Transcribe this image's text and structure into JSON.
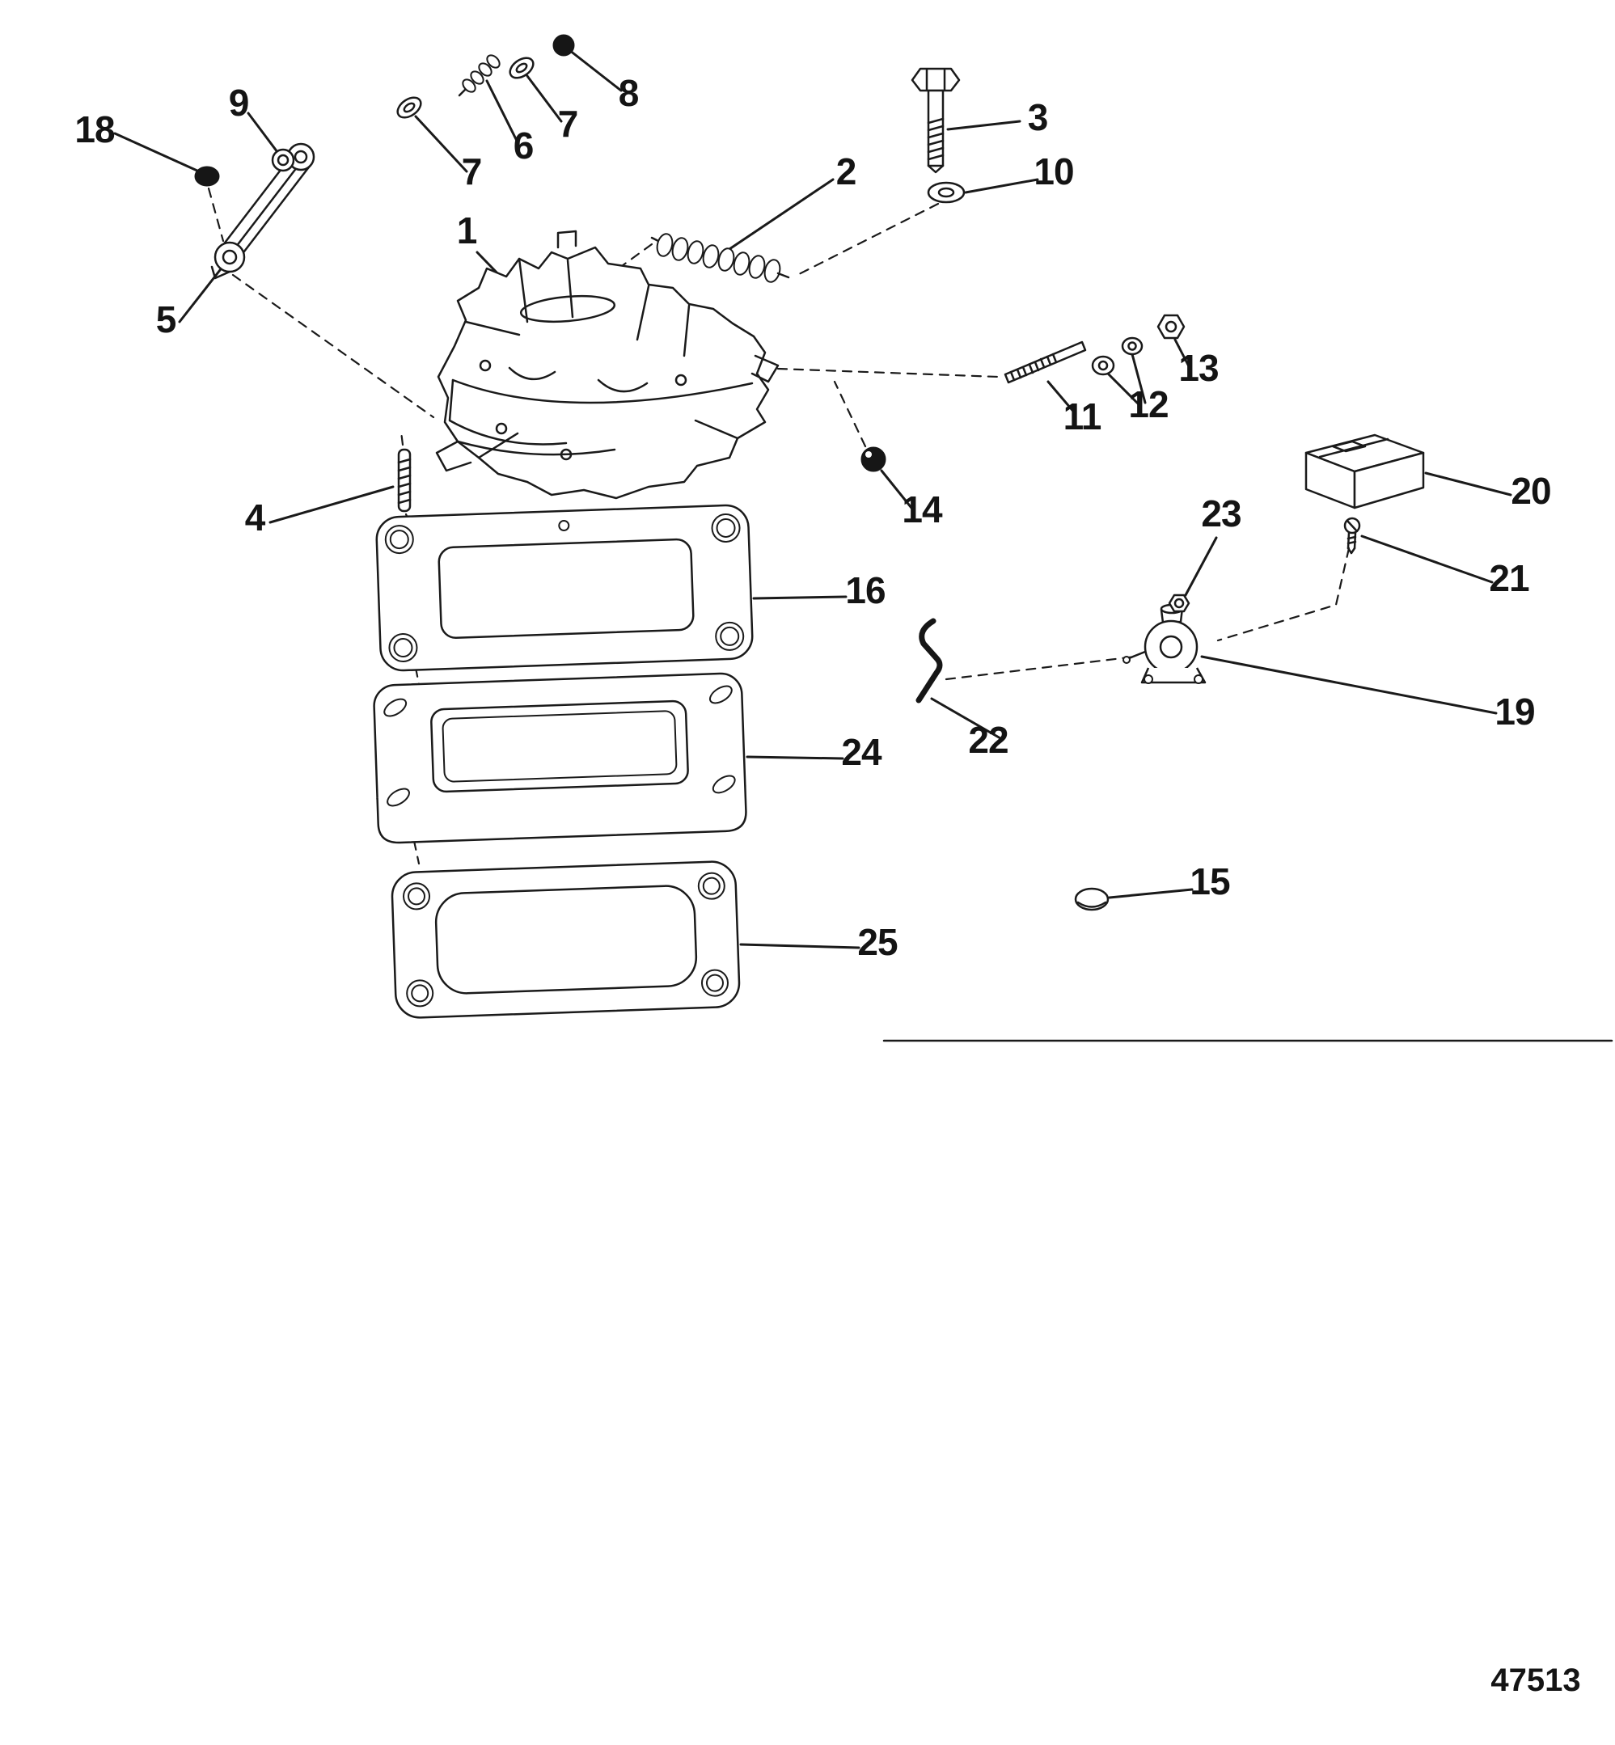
{
  "figure": {
    "drawing_number": "47513",
    "callouts": {
      "c1": "1",
      "c2": "2",
      "c3": "3",
      "c4": "4",
      "c5": "5",
      "c6": "6",
      "c7a": "7",
      "c7b": "7",
      "c8": "8",
      "c9": "9",
      "c10": "10",
      "c11": "11",
      "c12": "12",
      "c13": "13",
      "c14": "14",
      "c15": "15",
      "c16": "16",
      "c18": "18",
      "c19": "19",
      "c20": "20",
      "c21": "21",
      "c22": "22",
      "c23": "23",
      "c24": "24",
      "c25": "25"
    }
  }
}
